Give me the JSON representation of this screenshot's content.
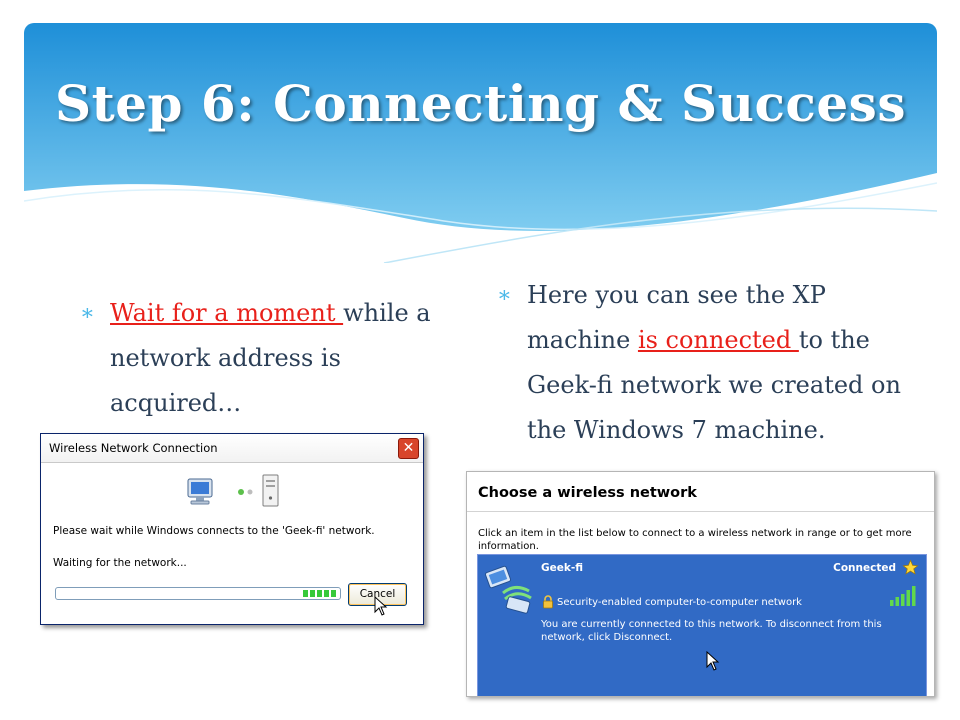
{
  "slide": {
    "title": "Step 6: Connecting & Success"
  },
  "bullets": {
    "left": {
      "highlight": "Wait for a moment ",
      "rest": "while a network address is acquired…"
    },
    "right": {
      "before": "Here you can see the XP machine ",
      "highlight": "is connected ",
      "after": "to the Geek-fi network we created on the Windows 7 machine."
    }
  },
  "wireless_dialog": {
    "title": "Wireless Network Connection",
    "close_symbol": "✕",
    "message": "Please wait while Windows connects to the 'Geek-fi' network.",
    "status": "Waiting for the network...",
    "progress": 0.12,
    "cancel_label": "Cancel",
    "icons": [
      "computer-icon",
      "connecting-dots-icon",
      "server-icon"
    ]
  },
  "network_list": {
    "heading": "Choose a wireless network",
    "description": "Click an item in the list below to connect to a wireless network in range or to get more information.",
    "item": {
      "name": "Geek-fi",
      "status": "Connected",
      "security": "Security-enabled computer-to-computer network",
      "info": "You are currently connected to this network. To disconnect from this network, click Disconnect."
    }
  },
  "colors": {
    "banner_top": "#1e8fd8",
    "banner_bottom": "#8ed6f4",
    "highlight_red": "#e8201a",
    "body_text": "#2b3f57",
    "bullet_star": "#4bb8e8",
    "list_selection": "#316ac5"
  }
}
